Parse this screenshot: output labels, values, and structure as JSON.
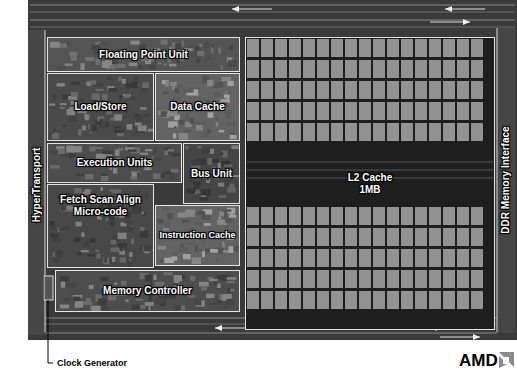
{
  "diagram": {
    "nodes": [
      {
        "text": [
          "Floating Point Unit"
        ]
      },
      {
        "text": [
          "Load/Store"
        ]
      },
      {
        "text": [
          "Data Cache"
        ]
      },
      {
        "text": [
          "HyperTransport"
        ]
      },
      {
        "text": [
          "Execution Units"
        ]
      },
      {
        "text": [
          "Bus Unit"
        ]
      },
      {
        "text": [
          "L2 Cache 1MB"
        ]
      },
      {
        "text": [
          "DDR Memory Interface"
        ]
      },
      {
        "text": [
          "Fetch Scan Align Micro-code"
        ]
      },
      {
        "text": [
          "Instruction Cache"
        ]
      },
      {
        "text": [
          "Memory Controller"
        ]
      }
    ],
    "labels": [
      "Clock Generator",
      "AMD"
    ]
  }
}
